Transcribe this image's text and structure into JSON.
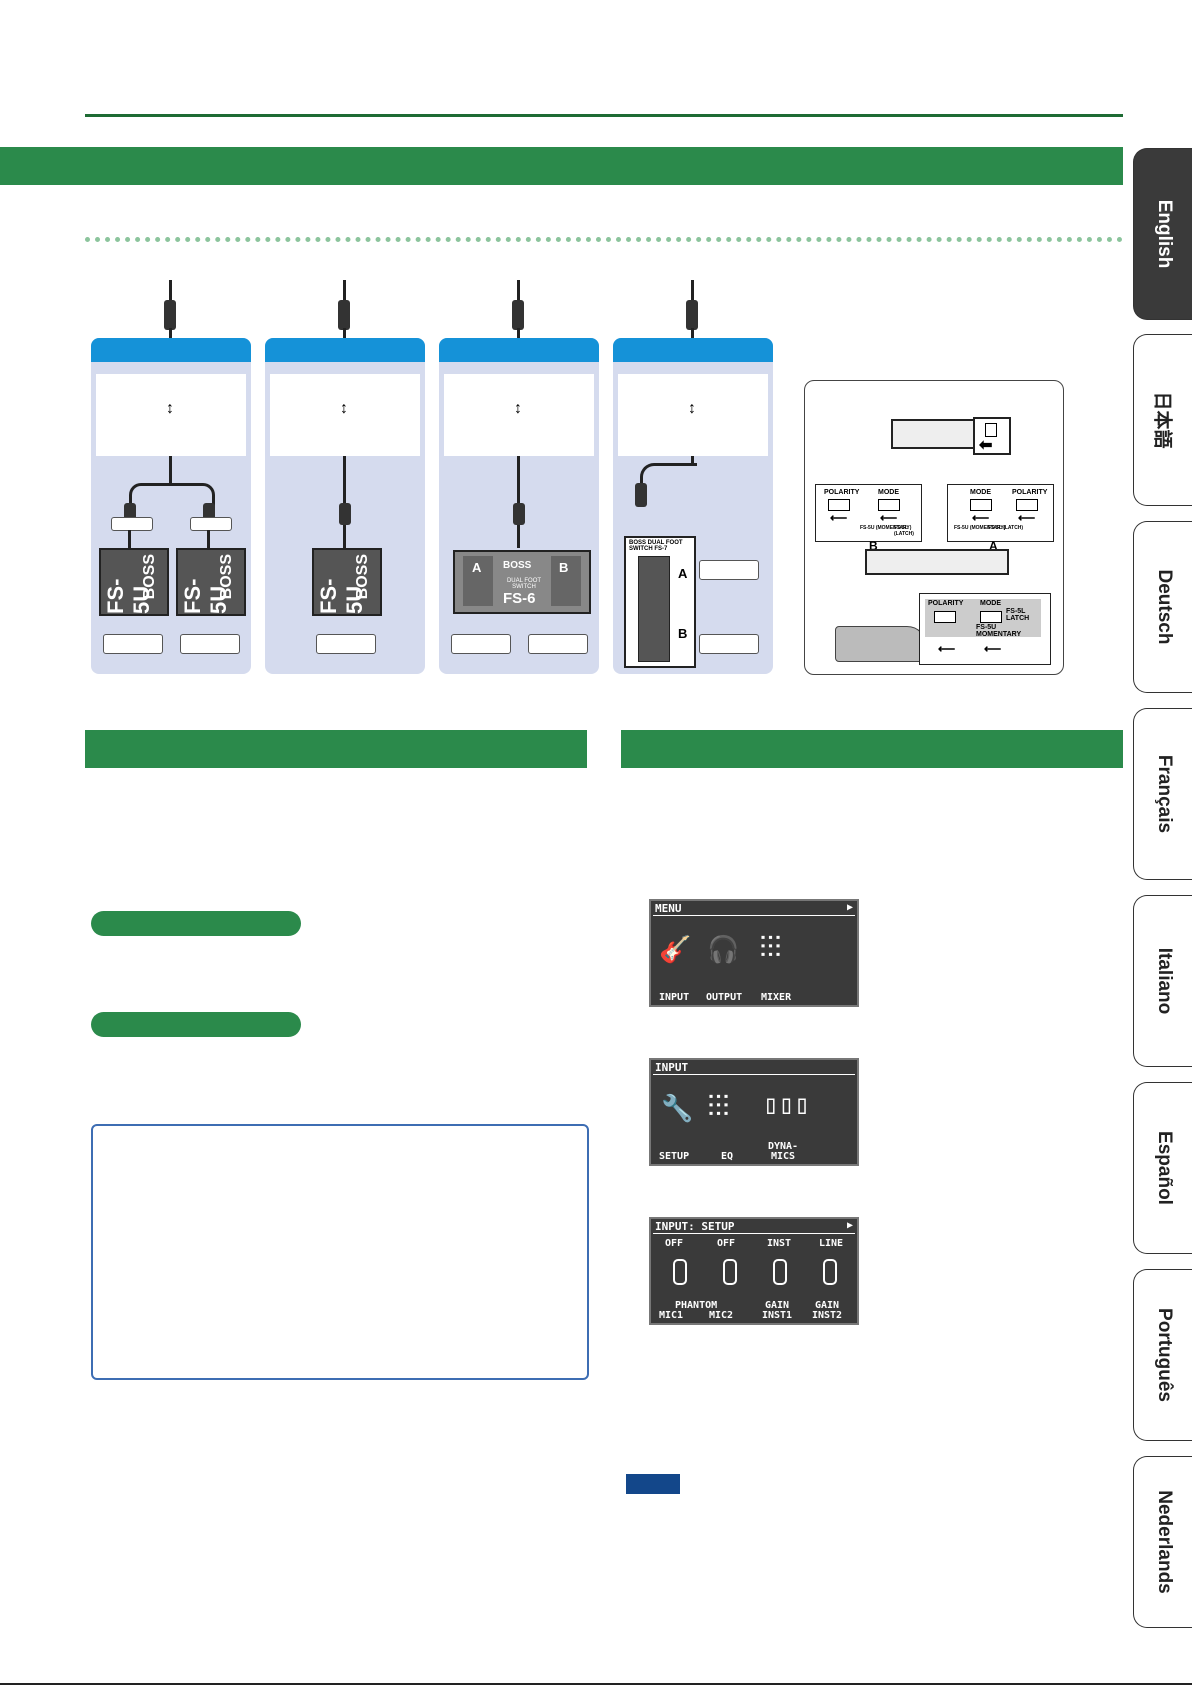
{
  "tabs": [
    {
      "label": "English",
      "active": true
    },
    {
      "label": "日本語",
      "active": false
    },
    {
      "label": "Deutsch",
      "active": false
    },
    {
      "label": "Français",
      "active": false
    },
    {
      "label": "Italiano",
      "active": false
    },
    {
      "label": "Español",
      "active": false
    },
    {
      "label": "Português",
      "active": false
    },
    {
      "label": "Nederlands",
      "active": false
    }
  ],
  "pedals": {
    "fs5u": "FS-5U",
    "boss": "BOSS",
    "fs6_name": "FS-6",
    "fs6_sub": "DUAL FOOT SWITCH",
    "fs6_a": "A",
    "fs6_b": "B",
    "fs7_header": "BOSS DUAL FOOT SWITCH FS-7",
    "fs7_a": "A",
    "fs7_b": "B"
  },
  "switch_diagram": {
    "polarity": "POLARITY",
    "mode": "MODE",
    "fs5u_momentary": "FS-5U (MOMENTARY)",
    "fs5l_latch": "FS-5L (LATCH)",
    "b": "B",
    "a": "A",
    "fs5l_latch_big": "FS-5L LATCH",
    "fs5u_momentary_big": "FS-5U MOMENTARY"
  },
  "lcd_menu": {
    "title": "MENU",
    "labels": [
      "INPUT",
      "OUTPUT",
      "MIXER"
    ]
  },
  "lcd_input": {
    "title": "INPUT",
    "labels": [
      "SETUP",
      "EQ",
      "DYNA-\nMICS"
    ]
  },
  "lcd_setup": {
    "title": "INPUT: SETUP",
    "values": [
      "OFF",
      "OFF",
      "INST",
      "LINE"
    ],
    "group": "PHANTOM",
    "labels": [
      "MIC1",
      "MIC2",
      "GAIN INST1",
      "GAIN INST2"
    ]
  },
  "colors": {
    "green": "#2b8a4b",
    "blue": "#1592d8",
    "navy": "#13478a"
  }
}
